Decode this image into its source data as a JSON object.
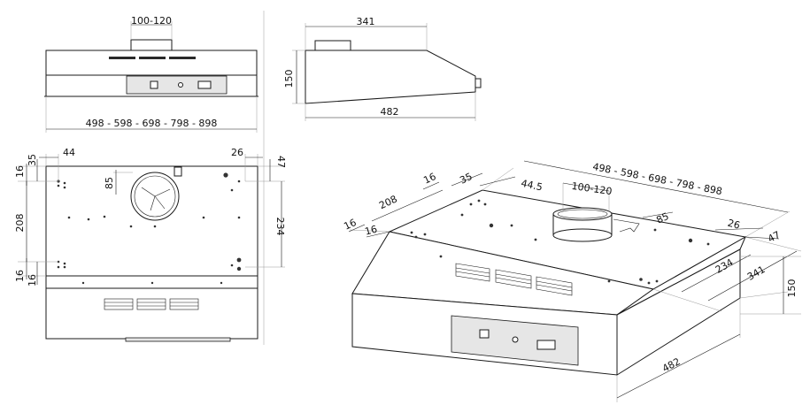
{
  "front": {
    "duct_width": "100-120",
    "width_range": "498 - 598 - 698 - 798 - 898"
  },
  "side": {
    "top_length": "341",
    "height": "150",
    "depth": "482"
  },
  "bottom": {
    "left_margin": "44",
    "right_margin": "26",
    "top_left_offset": "35",
    "top_right_offset": "47",
    "outer_16_top": "16",
    "outer_16_bottom": "16",
    "inner_16_bottom": "16",
    "duct_offset": "85",
    "left_span": "208",
    "right_span": "234"
  },
  "iso": {
    "width_range": "498 - 598 - 698 - 798 - 898",
    "duct_width": "100-120",
    "duct_offset": "85",
    "offset_44_5": "44.5",
    "offset_35": "35",
    "offset_16_top": "16",
    "span_208": "208",
    "offset_16_left": "16",
    "offset_16_lower": "16",
    "right_margin": "26",
    "right_offset_47": "47",
    "span_234": "234",
    "depth_341": "341",
    "height": "150",
    "depth_482": "482"
  }
}
